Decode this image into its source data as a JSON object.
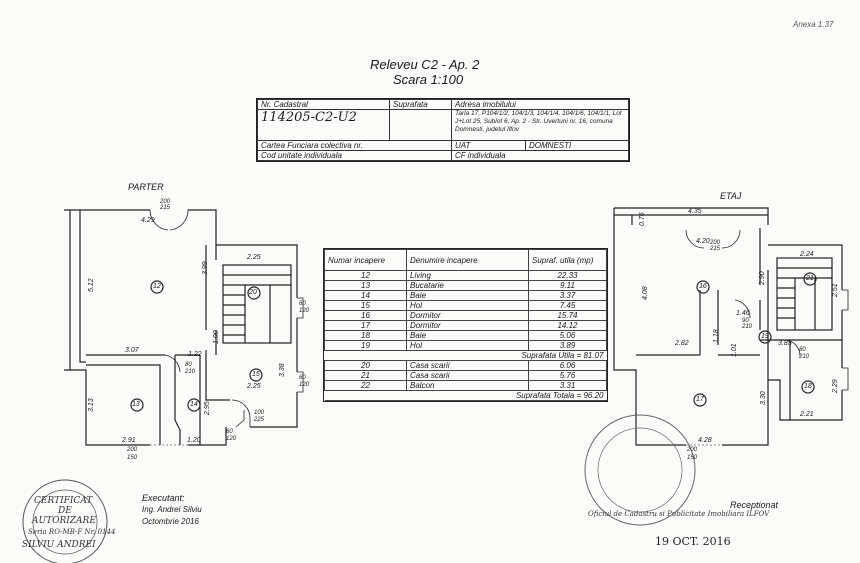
{
  "annex": "Anexa 1.37",
  "title": "Releveu C2 - Ap. 2",
  "scale": "Scara 1:100",
  "header": {
    "col1": "Nr. Cadastral",
    "col2": "Suprafata",
    "col3": "Adresa imobilului",
    "address": "Tarla 17, P104/1/2, 104/1/3, 104/1/4, 104/1/6, 104/1/1, Lot J+Lot 25, Sublot 6, Ap. 2 - Str. Uverturii nr. 16, comuna Domnesti, judetul Ilfov",
    "cadastral_handwritten": "114205-C2-U2",
    "row2": "Cartea Funciara colectiva nr.",
    "uat_label": "UAT",
    "uat_value": "DOMNESTI",
    "row3": "Cod unitate individuala",
    "cf_label": "CF individuala"
  },
  "plans": {
    "ground_label": "PARTER",
    "floor_label": "ETAJ"
  },
  "rooms_table": {
    "headers": [
      "Numar incapere",
      "Denumire incapere",
      "Supraf. utila (mp)"
    ],
    "rows": [
      {
        "nr": "12",
        "name": "Living",
        "area": "22.33"
      },
      {
        "nr": "13",
        "name": "Bucatarie",
        "area": "9.11"
      },
      {
        "nr": "14",
        "name": "Baie",
        "area": "3.37"
      },
      {
        "nr": "15",
        "name": "Hol",
        "area": "7.45"
      },
      {
        "nr": "16",
        "name": "Dormitor",
        "area": "15.74"
      },
      {
        "nr": "17",
        "name": "Dormitor",
        "area": "14.12"
      },
      {
        "nr": "18",
        "name": "Baie",
        "area": "5.06"
      },
      {
        "nr": "19",
        "name": "Hol",
        "area": "3.89"
      }
    ],
    "useful_total": "Suprafata Utila = 81.07",
    "extra_rows": [
      {
        "nr": "20",
        "name": "Casa scarii",
        "area": "6.06"
      },
      {
        "nr": "21",
        "name": "Casa scarii",
        "area": "5.76"
      },
      {
        "nr": "22",
        "name": "Balcon",
        "area": "3.31"
      }
    ],
    "total": "Suprafata Totala = 96.20"
  },
  "ground_dims": {
    "d1": "4.29",
    "d2": "200",
    "d3": "215",
    "d4": "5.12",
    "d5": "3.99",
    "d6": "2.25",
    "d7": "3.07",
    "d8": "1.22",
    "d9": "1.00",
    "d10": "3.13",
    "d11": "2.95",
    "d12": "2.25",
    "d13": "3.38",
    "d14": "2.91",
    "d15": "1.20",
    "d16": "200",
    "d17": "150",
    "w1": "60",
    "w2": "120",
    "w3": "60",
    "w4": "120",
    "w5": "60",
    "w6": "120",
    "dr1": "80",
    "dr2": "210",
    "dr3": "100",
    "dr4": "225",
    "r12": "12",
    "r13": "13",
    "r14": "14",
    "r15": "15",
    "r20": "20"
  },
  "floor_dims": {
    "d1": "4.35",
    "d2": "0.76",
    "d3": "4.20",
    "d4": "200",
    "d5": "215",
    "d6": "2.24",
    "d7": "4.08",
    "d8": "2.90",
    "d9": "2.51",
    "d10": "1.46",
    "d11": "90",
    "d12": "210",
    "d13": "1.18",
    "d14": "1.01",
    "d15": "2.82",
    "d16": "3.85",
    "d17": "2.29",
    "d18": "3.30",
    "d19": "2.21",
    "d20": "4.28",
    "d21": "200",
    "d22": "150",
    "dr1": "80",
    "dr2": "210",
    "r16": "16",
    "r17": "17",
    "r18": "18",
    "r19": "19",
    "r21": "21"
  },
  "executant": {
    "label": "Executant:",
    "name": "Ing. Andrei Silviu",
    "date": "Octombrie 2016",
    "cert1": "CERTIFICAT",
    "cert2": "DE",
    "cert3": "AUTORIZARE",
    "series": "Seria RO-MB-F Nr. 0144",
    "stamp_name": "SILVIU ANDREI"
  },
  "receptionat": {
    "label": "Receptionat",
    "office": "Oficiul de Cadastru si Publicitate Imobiliara ILFOV",
    "date": "19 OCT. 2016"
  },
  "colors": {
    "ink": "#1a1a1a",
    "line": "#222222",
    "stamp": "#555555"
  }
}
